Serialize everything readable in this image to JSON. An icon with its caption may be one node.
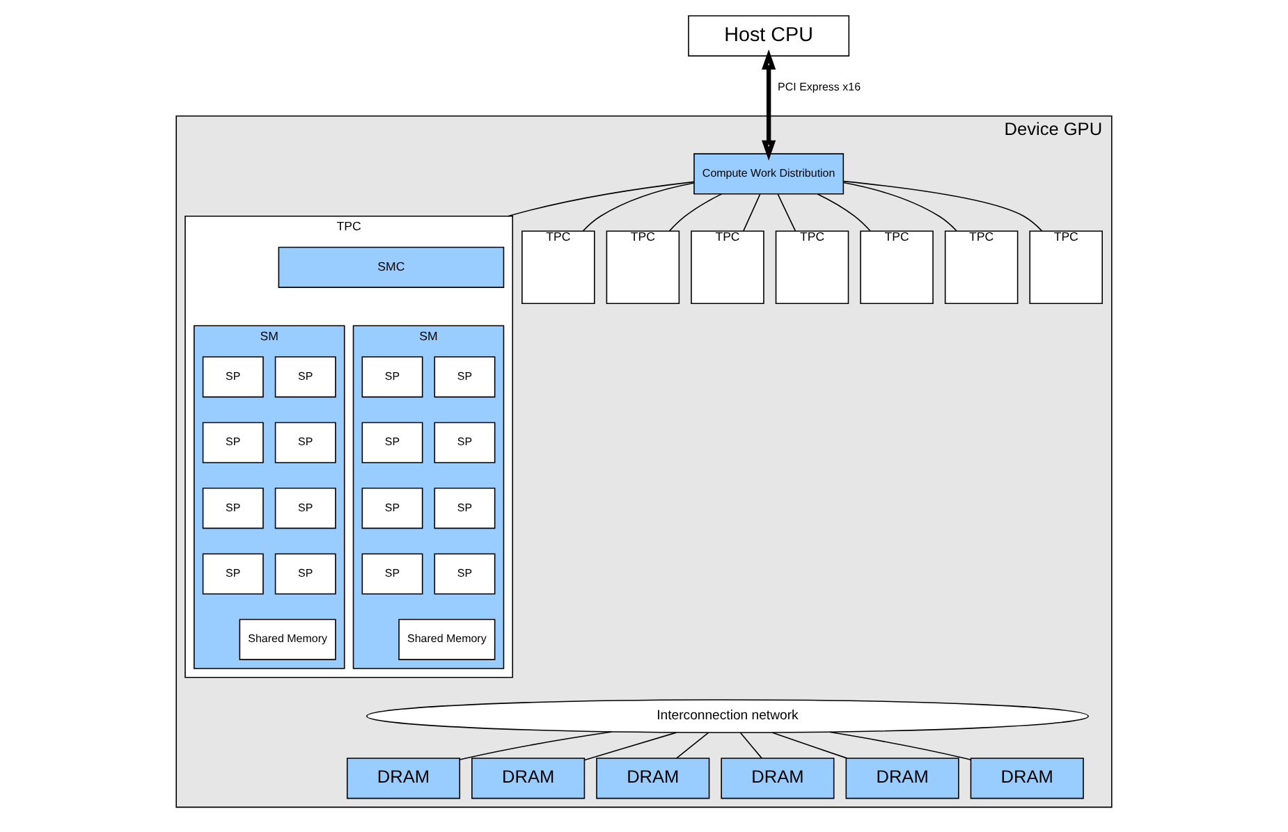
{
  "diagram": {
    "nodes": [
      {
        "text": [
          "Host CPU"
        ]
      },
      {
        "text": [
          "Device GPU"
        ]
      },
      {
        "text": [
          "Compute Work Distribution"
        ],
        "in": 1
      },
      {
        "text": [
          "TPC"
        ],
        "in": 1
      },
      {
        "text": [
          "SMC"
        ],
        "in": 3
      },
      {
        "text": [
          "SM"
        ],
        "in": 3
      },
      {
        "text": [
          "SP"
        ],
        "in": 5
      },
      {
        "text": [
          "SP"
        ],
        "in": 5
      },
      {
        "text": [
          "SP"
        ],
        "in": 5
      },
      {
        "text": [
          "SP"
        ],
        "in": 5
      },
      {
        "text": [
          "SP"
        ],
        "in": 5
      },
      {
        "text": [
          "SP"
        ],
        "in": 5
      },
      {
        "text": [
          "SP"
        ],
        "in": 5
      },
      {
        "text": [
          "SP"
        ],
        "in": 5
      },
      {
        "text": [
          "Shared Memory"
        ],
        "in": 5
      },
      {
        "text": [
          "SM"
        ],
        "in": 3
      },
      {
        "text": [
          "SP"
        ],
        "in": 15
      },
      {
        "text": [
          "SP"
        ],
        "in": 15
      },
      {
        "text": [
          "SP"
        ],
        "in": 15
      },
      {
        "text": [
          "SP"
        ],
        "in": 15
      },
      {
        "text": [
          "SP"
        ],
        "in": 15
      },
      {
        "text": [
          "SP"
        ],
        "in": 15
      },
      {
        "text": [
          "SP"
        ],
        "in": 15
      },
      {
        "text": [
          "SP"
        ],
        "in": 15
      },
      {
        "text": [
          "Shared Memory"
        ],
        "in": 15
      },
      {
        "text": [
          "TPC"
        ],
        "in": 1
      },
      {
        "text": [
          "TPC"
        ],
        "in": 1
      },
      {
        "text": [
          "TPC"
        ],
        "in": 1
      },
      {
        "text": [
          "TPC"
        ],
        "in": 1
      },
      {
        "text": [
          "TPC"
        ],
        "in": 1
      },
      {
        "text": [
          "TPC"
        ],
        "in": 1
      },
      {
        "text": [
          "TPC"
        ],
        "in": 1
      },
      {
        "text": [
          "Interconnection network"
        ],
        "in": 1
      },
      {
        "text": [
          "DRAM"
        ],
        "in": 1
      },
      {
        "text": [
          "DRAM"
        ],
        "in": 1
      },
      {
        "text": [
          "DRAM"
        ],
        "in": 1
      },
      {
        "text": [
          "DRAM"
        ],
        "in": 1
      },
      {
        "text": [
          "DRAM"
        ],
        "in": 1
      },
      {
        "text": [
          "DRAM"
        ],
        "in": 1
      }
    ],
    "edges": [
      {
        "from": 0,
        "to": 2,
        "arrow": "both",
        "label": "PCI Express x16",
        "style": "thick"
      },
      {
        "from": 2,
        "to": 3,
        "arrow": "none"
      },
      {
        "from": 2,
        "to": 25,
        "arrow": "none"
      },
      {
        "from": 2,
        "to": 26,
        "arrow": "none"
      },
      {
        "from": 2,
        "to": 27,
        "arrow": "none"
      },
      {
        "from": 2,
        "to": 28,
        "arrow": "none"
      },
      {
        "from": 2,
        "to": 29,
        "arrow": "none"
      },
      {
        "from": 2,
        "to": 30,
        "arrow": "none"
      },
      {
        "from": 2,
        "to": 31,
        "arrow": "none"
      },
      {
        "from": 32,
        "to": 33,
        "arrow": "none"
      },
      {
        "from": 32,
        "to": 34,
        "arrow": "none"
      },
      {
        "from": 32,
        "to": 35,
        "arrow": "none"
      },
      {
        "from": 32,
        "to": 36,
        "arrow": "none"
      },
      {
        "from": 32,
        "to": 37,
        "arrow": "none"
      },
      {
        "from": 32,
        "to": 38,
        "arrow": "none"
      }
    ]
  }
}
